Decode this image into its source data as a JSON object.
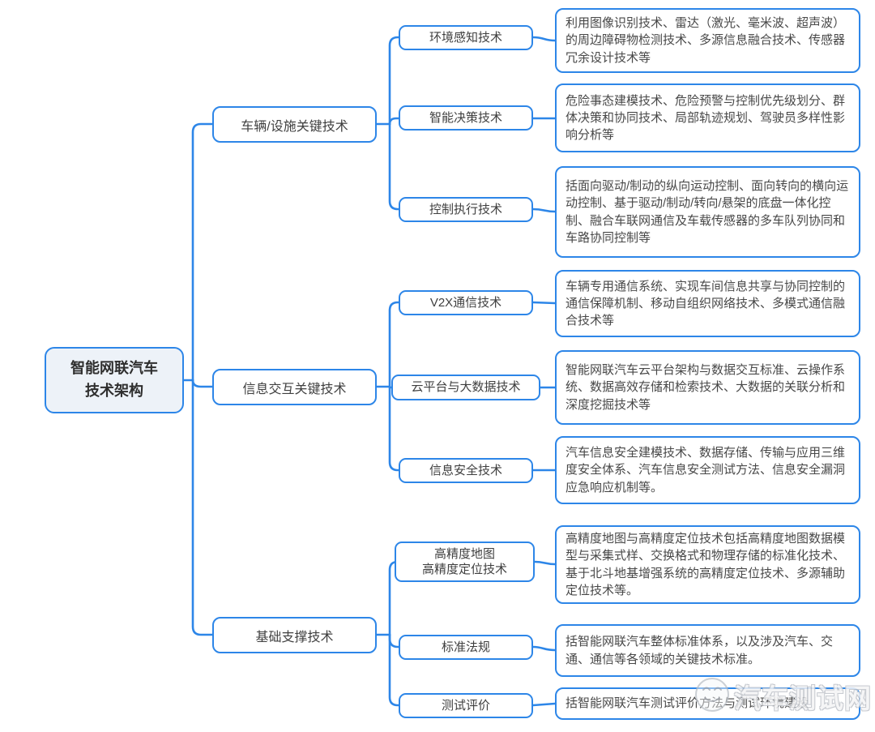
{
  "root": {
    "label": "智能网联汽车\n技术架构"
  },
  "branches": [
    {
      "label": "车辆/设施关键技术",
      "children": [
        {
          "label": "环境感知技术",
          "desc": "利用图像识别技术、雷达（激光、毫米波、超声波）的周边障碍物检测技术、多源信息融合技术、传感器冗余设计技术等"
        },
        {
          "label": "智能决策技术",
          "desc": "危险事态建模技术、危险预警与控制优先级划分、群体决策和协同技术、局部轨迹规划、驾驶员多样性影响分析等"
        },
        {
          "label": "控制执行技术",
          "desc": "括面向驱动/制动的纵向运动控制、面向转向的横向运动控制、基于驱动/制动/转向/悬架的底盘一体化控制、融合车联网通信及车载传感器的多车队列协同和车路协同控制等"
        }
      ]
    },
    {
      "label": "信息交互关键技术",
      "children": [
        {
          "label": "V2X通信技术",
          "desc": "车辆专用通信系统、实现车间信息共享与协同控制的通信保障机制、移动自组织网络技术、多模式通信融合技术等"
        },
        {
          "label": "云平台与大数据技术",
          "desc": "智能网联汽车云平台架构与数据交互标准、云操作系统、数据高效存储和检索技术、大数据的关联分析和深度挖掘技术等"
        },
        {
          "label": "信息安全技术",
          "desc": "汽车信息安全建模技术、数据存储、传输与应用三维度安全体系、汽车信息安全测试方法、信息安全漏洞应急响应机制等。"
        }
      ]
    },
    {
      "label": "基础支撑技术",
      "children": [
        {
          "label": "高精度地图\n高精度定位技术",
          "desc": "高精度地图与高精度定位技术包括高精度地图数据模型与采集式样、交换格式和物理存储的标准化技术、基于北斗地基增强系统的高精度定位技术、多源辅助定位技术等。"
        },
        {
          "label": "标准法规",
          "desc": "括智能网联汽车整体标准体系，以及涉及汽车、交通、通信等各领域的关键技术标准。"
        },
        {
          "label": "测试评价",
          "desc": "括智能网联汽车测试评价方法与测试环境建设"
        }
      ]
    }
  ],
  "watermark": {
    "label": "汽车测试网",
    "icon": "smiley-face-icon"
  },
  "colors": {
    "line": "#2d86e8",
    "node_border": "#2d86e8",
    "root_fill": "#edf2f8",
    "text": "#3f3f3f"
  }
}
